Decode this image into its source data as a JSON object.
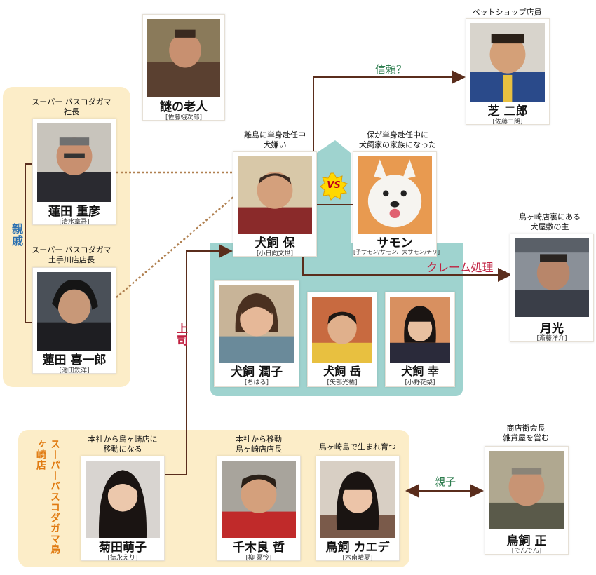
{
  "colors": {
    "group_fill": "#fcedc8",
    "house_fill": "#9fd3cf",
    "line_color": "#5a2d1c",
    "green_label": "#2e7d4f",
    "red_label": "#c02040",
    "orange_label": "#e07a10",
    "blue_label": "#2a6fb0",
    "vs_fill": "#ffd800",
    "vs_text": "#c0001a"
  },
  "characters": {
    "roujin": {
      "name": "謎の老人",
      "actor": "[佐藤蛾次郎]"
    },
    "shiba": {
      "role": "ペットショップ店員",
      "name": "芝 二郎",
      "actor": "[佐藤二朗]"
    },
    "shigehiko": {
      "role_line1": "スーパー バスコダガマ",
      "role_line2": "社長",
      "name": "蓮田 重彦",
      "actor": "[清水章吾]"
    },
    "kiichiro": {
      "role_line1": "スーパー バスコダガマ",
      "role_line2": "土手川店店長",
      "name": "蓮田 喜一郎",
      "actor": "[池田鉄洋]"
    },
    "tamotsu": {
      "role_line1": "離島に単身赴任中",
      "role_line2": "犬嫌い",
      "name": "犬飼 保",
      "actor": "[小日向文世]"
    },
    "samon": {
      "role_line1": "保が単身赴任中に",
      "role_line2": "犬飼家の家族になった",
      "name": "サモン",
      "actor": "[子サモン/サモン、大サモン/チリ]"
    },
    "gekko": {
      "role_line1": "鳥ヶ崎店裏にある",
      "role_line2": "犬屋敷の主",
      "name": "月光",
      "actor": "[斎藤洋介]"
    },
    "junko": {
      "name": "犬飼 潤子",
      "actor": "[ちはる]"
    },
    "gaku": {
      "name": "犬飼 岳",
      "actor": "[矢部光祐]"
    },
    "sachi": {
      "name": "犬飼 幸",
      "actor": "[小野花梨]"
    },
    "moeko": {
      "role_line1": "本社から鳥ヶ崎店に",
      "role_line2": "移動になる",
      "name": "菊田萌子",
      "actor": "[徳永えり]"
    },
    "satoshi": {
      "role_line1": "本社から移動",
      "role_line2": "鳥ヶ崎店店長",
      "name": "千木良 哲",
      "actor": "[柳 憂怜]"
    },
    "kaede": {
      "role": "鳥ヶ崎島で生まれ育つ",
      "name": "鳥飼 カエデ",
      "actor": "[木南晴夏]"
    },
    "tadashi": {
      "role_line1": "商店街会長",
      "role_line2": "雑貨屋を営む",
      "name": "鳥飼 正",
      "actor": "[でんでん]"
    }
  },
  "relations": {
    "trust": "信頼？",
    "claim": "クレーム処理",
    "boss": "上司",
    "relatives": "親戚",
    "parent_child": "親子",
    "vs": "VS"
  },
  "groups": {
    "torigasaki_store": "スーパーバスコダガマ鳥ヶ崎店"
  }
}
